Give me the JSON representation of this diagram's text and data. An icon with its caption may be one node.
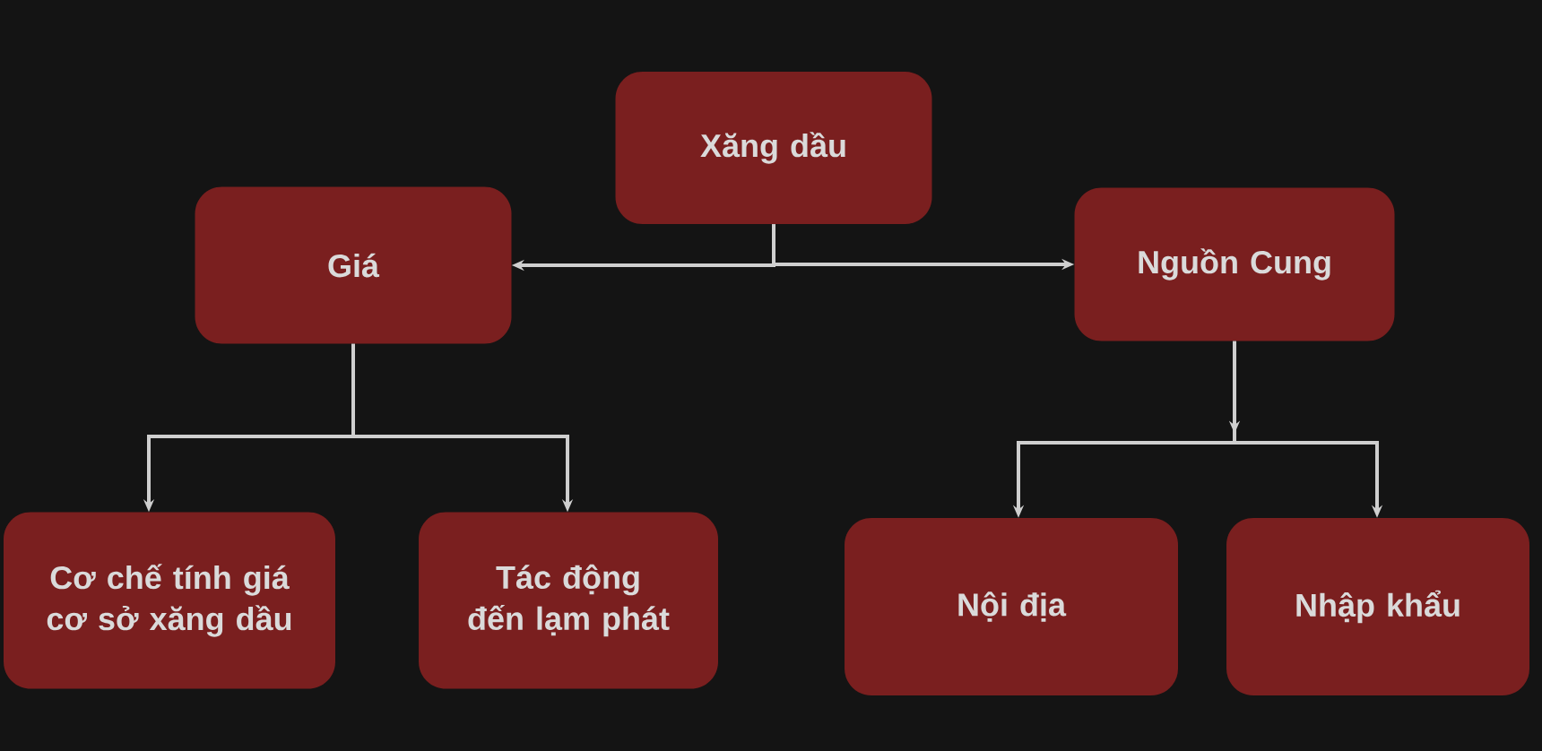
{
  "diagram": {
    "nodes": [
      {
        "text": [
          "Xăng dầu"
        ]
      },
      {
        "text": [
          "Giá"
        ]
      },
      {
        "text": [
          "Nguồn Cung"
        ]
      },
      {
        "text": [
          "Cơ chế tính giá cơ sở xăng dầu"
        ]
      },
      {
        "text": [
          "Tác động đến lạm phát"
        ]
      },
      {
        "text": [
          "Nội địa"
        ]
      },
      {
        "text": [
          "Nhập khẩu"
        ]
      }
    ],
    "edges": [
      {
        "from": 0,
        "to": 1,
        "arrow": "to"
      },
      {
        "from": 0,
        "to": 2,
        "arrow": "to"
      },
      {
        "from": 1,
        "to": 3,
        "arrow": "to"
      },
      {
        "from": 1,
        "to": 4,
        "arrow": "to"
      },
      {
        "from": 2,
        "to": 5,
        "arrow": "to"
      },
      {
        "from": 2,
        "to": 6,
        "arrow": "to"
      }
    ]
  }
}
